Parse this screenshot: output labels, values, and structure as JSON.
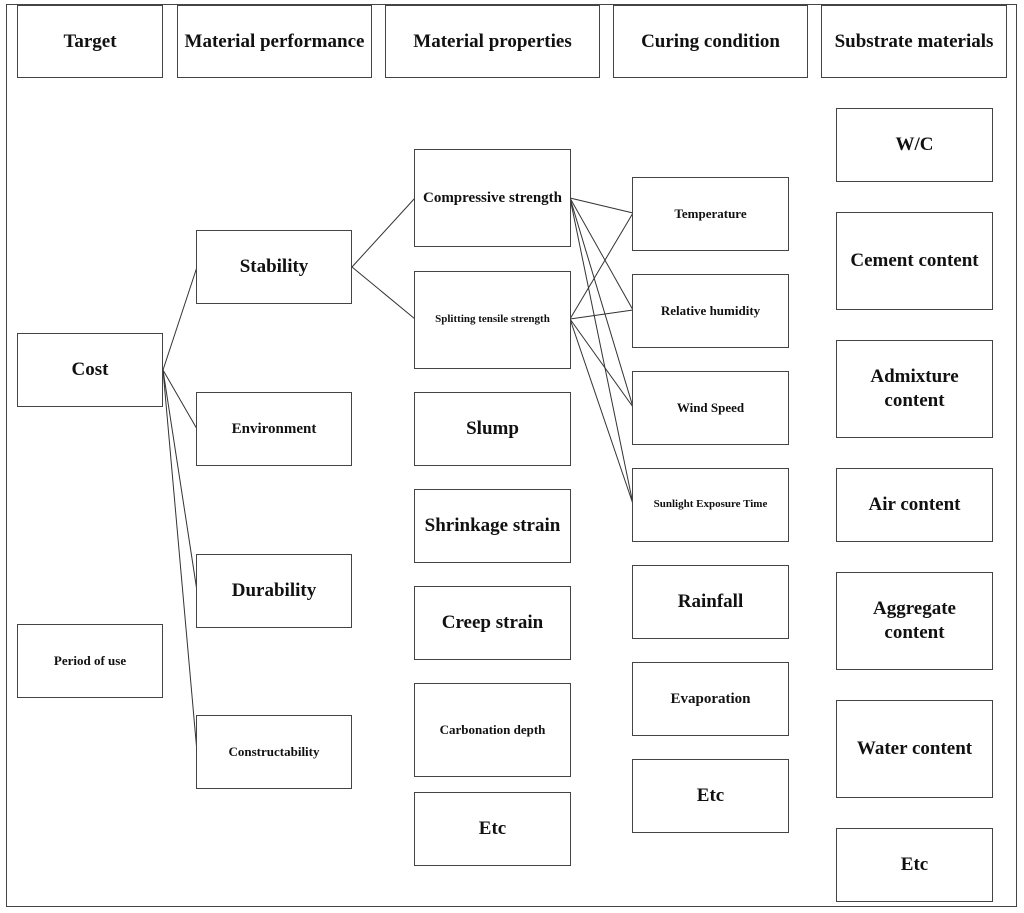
{
  "headers": {
    "target": "Target",
    "material_performance": "Material performance",
    "material_properties": "Material properties",
    "curing_condition": "Curing condition",
    "substrate_materials": "Substrate materials"
  },
  "targets": {
    "cost": "Cost",
    "period_of_use": "Period of use"
  },
  "performance": {
    "stability": "Stability",
    "environment": "Environment",
    "durability": "Durability",
    "constructability": "Constructability"
  },
  "properties": {
    "compressive_strength": "Compressive strength",
    "splitting_tensile_strength": "Splitting tensile strength",
    "slump": "Slump",
    "shrinkage_strain": "Shrinkage strain",
    "creep_strain": "Creep strain",
    "carbonation_depth": "Carbonation depth",
    "etc": "Etc"
  },
  "curing": {
    "temperature": "Temperature",
    "relative_humidity": "Relative humidity",
    "wind_speed": "Wind Speed",
    "sunlight_exposure_time": "Sunlight Exposure Time",
    "rainfall": "Rainfall",
    "evaporation": "Evaporation",
    "etc": "Etc"
  },
  "substrate": {
    "wc": "W/C",
    "cement_content": "Cement content",
    "admixture_content": "Admixture content",
    "air_content": "Air content",
    "aggregate_content": "Aggregate content",
    "water_content": "Water content",
    "etc": "Etc"
  }
}
